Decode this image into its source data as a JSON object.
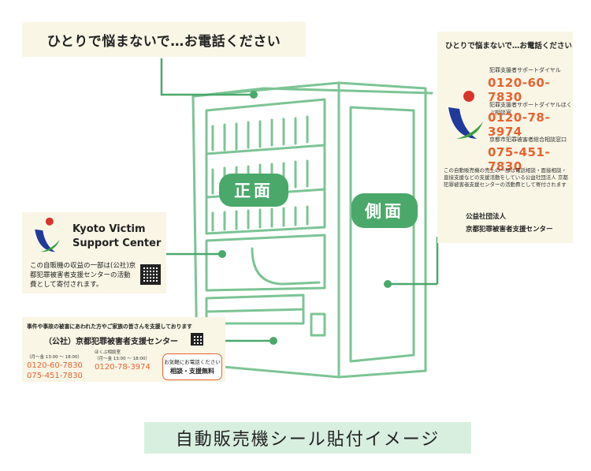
{
  "top_label": "ひとりで悩まないで…お電話ください",
  "side_panel": {
    "headline": "ひとりで悩まないで…お電話ください",
    "lines": [
      {
        "label": "犯罪支援者サポートダイヤル",
        "number": "0120-60-7830"
      },
      {
        "label": "犯罪支援者サポートダイヤルほくぶ相談室",
        "number": "0120-78-3974"
      },
      {
        "label": "京都市犯罪被害者総合相談窓口",
        "number": "075-451-7830"
      }
    ],
    "description": "この自動販売機の売上の一部は電話相談・面接相談・直接支援などの支援活動をしている公益社団法人 京都犯罪被害者支援センターの活動費として寄付されます",
    "org_line1": "公益社団法人",
    "org_line2": "京都犯罪被害者支援センター"
  },
  "left_panel": {
    "name_line1": "Kyoto Victim",
    "name_line2": "Support Center",
    "text": "この自販機の収益の一部は(公社)京都犯罪被害者支援センターの活動費として寄付されます。"
  },
  "bottom_panel": {
    "line1": "事件や事故の被害にあわれた方やご家族の皆さんを支援しております",
    "line2": "（公社）京都犯罪被害者支援センター",
    "hours1": "（月～金 13:00 ～ 18:00）",
    "phone1": "0120-60-7830",
    "phone2": "075-451-7830",
    "room_label": "ほくぶ相談室",
    "hours2": "（月～金 13:00 ～ 18:00）",
    "phone3": "0120-78-3974",
    "consult_line1": "お気軽にお電話ください",
    "consult_line2": "相談・支援無料"
  },
  "badges": {
    "front": "正面",
    "side": "側面"
  },
  "caption": "自動販売機シール貼付イメージ",
  "colors": {
    "green": "#4aa86b",
    "orange": "#e8622f",
    "cream": "#f9f6e6",
    "caption_bg": "#d8efe0",
    "logo_blue": "#1f3a9a",
    "logo_red": "#d8362b",
    "logo_green": "#3aa040"
  }
}
